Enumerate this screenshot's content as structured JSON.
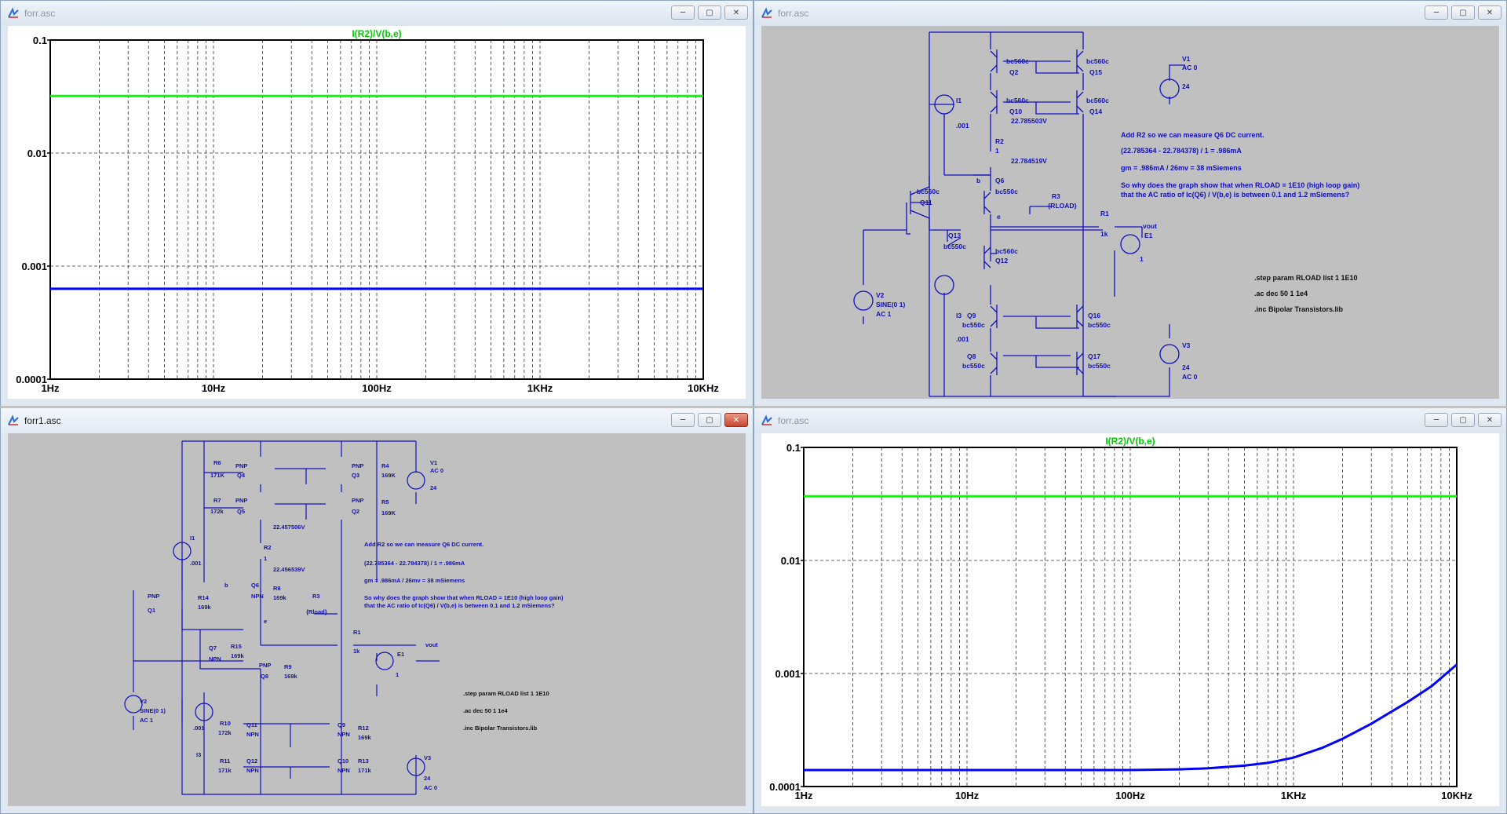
{
  "windows": {
    "top_left": {
      "title": "forr.asc"
    },
    "top_right": {
      "title": "forr.asc"
    },
    "bottom_left": {
      "title": "forr1.asc"
    },
    "bottom_right": {
      "title": "forr.asc"
    }
  },
  "caption_buttons": {
    "minimize": "─",
    "maximize": "▢",
    "close": "✕"
  },
  "plot_top": {
    "trace_label": "I(R2)/V(b,e)",
    "y_ticks": [
      "0.1",
      "0.01",
      "0.001",
      "0.0001"
    ],
    "x_ticks": [
      "1Hz",
      "10Hz",
      "100Hz",
      "1KHz",
      "10KHz"
    ]
  },
  "plot_bottom": {
    "trace_label": "I(R2)/V(b,e)",
    "y_ticks": [
      "0.1",
      "0.01",
      "0.001",
      "0.0001"
    ],
    "x_ticks": [
      "1Hz",
      "10Hz",
      "100Hz",
      "1KHz",
      "10KHz"
    ]
  },
  "chart_data": [
    {
      "type": "line",
      "title": "I(R2)/V(b,e)",
      "x_scale": "log",
      "y_scale": "log",
      "xlim": [
        1,
        10000
      ],
      "ylim": [
        0.0001,
        0.1
      ],
      "grid": true,
      "series": [
        {
          "color": "#00ff00",
          "x": [
            1,
            10000
          ],
          "y": [
            0.032,
            0.032
          ]
        },
        {
          "color": "#0000ff",
          "x": [
            1,
            10000
          ],
          "y": [
            0.00063,
            0.00063
          ]
        }
      ]
    },
    {
      "type": "line",
      "title": "I(R2)/V(b,e)",
      "x_scale": "log",
      "y_scale": "log",
      "xlim": [
        1,
        10000
      ],
      "ylim": [
        0.0001,
        0.1
      ],
      "grid": true,
      "series": [
        {
          "color": "#00ff00",
          "x": [
            1,
            10000
          ],
          "y": [
            0.037,
            0.037
          ]
        },
        {
          "color": "#0000ff",
          "x": [
            1,
            10,
            100,
            200,
            300,
            500,
            700,
            1000,
            1500,
            2000,
            3000,
            5000,
            7000,
            10000
          ],
          "y": [
            0.00014,
            0.00014,
            0.00014,
            0.000142,
            0.000145,
            0.000153,
            0.000162,
            0.00018,
            0.00022,
            0.000265,
            0.00036,
            0.00056,
            0.00077,
            0.0012
          ]
        }
      ]
    }
  ],
  "schem_top": {
    "labels": {
      "q2": "bc560c",
      "q2n": "Q2",
      "q15": "bc560c",
      "q15n": "Q15",
      "q10": "bc560c",
      "q10n": "Q10",
      "q14": "bc560c",
      "q14n": "Q14",
      "v1": "V1",
      "v1ac": "AC 0",
      "v1v": "24",
      "i1": "I1",
      "i1v": ".001",
      "n1": "22.785503V",
      "r2": "R2",
      "r2v": "1",
      "n2": "22.784519V",
      "b": "b",
      "q6n": "Q6",
      "q6": "bc550c",
      "r3": "R3",
      "r3v": "{RLOAD}",
      "q11": "bc560c",
      "q11n": "Q11",
      "e": "e",
      "r1": "R1",
      "r1v": "1k",
      "vout": "vout",
      "e1": "E1",
      "e1v": "1",
      "q13n": "Q13",
      "q13": "bc550c",
      "q12": "bc560c",
      "q12n": "Q12",
      "v2": "V2",
      "v2s": "SINE(0 1)",
      "v2ac": "AC 1",
      "i3": "I3",
      "i3v": ".001",
      "q9n": "Q9",
      "q9": "bc550c",
      "q16n": "Q16",
      "q16": "bc550c",
      "q8n": "Q8",
      "q8": "bc550c",
      "q17n": "Q17",
      "q17": "bc550c",
      "v3": "V3",
      "v3v": "24",
      "v3ac": "AC 0"
    },
    "notes": [
      "Add R2 so we can measure Q6 DC current.",
      "(22.785364 - 22.784378) / 1 = .986mA",
      "gm = .986mA / 26mv = 38 mSiemens",
      "So why does the graph show that when RLOAD = 1E10 (high loop gain)",
      "that the AC ratio of Ic(Q6) / V(b,e) is between 0.1 and 1.2 mSiemens?"
    ],
    "directives": [
      ".step param RLOAD list 1 1E10",
      ".ac dec 50 1 1e4",
      ".inc Bipolar Transistors.lib"
    ]
  },
  "schem_bottom": {
    "labels": {
      "r6": "R6",
      "r6v": "171K",
      "pnp4": "PNP",
      "q4": "Q4",
      "pnp3": "PNP",
      "q3": "Q3",
      "r4": "R4",
      "r4v": "169K",
      "v1": "V1",
      "v1ac": "AC 0",
      "v1v": "24",
      "r7": "R7",
      "r7v": "172k",
      "pnp5": "PNP",
      "q5": "Q5",
      "pnp2": "PNP",
      "q2": "Q2",
      "r5": "R5",
      "r5v": "169K",
      "i1": "I1",
      "i1v": ".001",
      "n1": "22.457506V",
      "r2": "R2",
      "r2v": "1",
      "n2": "22.456539V",
      "pnp1": "PNP",
      "q1": "Q1",
      "r14": "R14",
      "r14v": "169k",
      "b": "b",
      "q6": "Q6",
      "npn6": "NPN",
      "r8": "R8",
      "r8v": "169k",
      "r3": "R3",
      "r3v": "{Rload}",
      "e": "e",
      "r1": "R1",
      "r1v": "1k",
      "vout": "vout",
      "q7": "Q7",
      "npn7": "NPN",
      "r15": "R15",
      "r15v": "169k",
      "e1": "E1",
      "e1v": "1",
      "pnp8": "PNP",
      "q8": "Q8",
      "r9": "R9",
      "r9v": "169k",
      "v2": "V2",
      "v2s": "SINE(0 1)",
      "v2ac": "AC 1",
      "r10": "R10",
      "r10v": "172k",
      "q11": "Q11",
      "npn11": "NPN",
      "q9": "Q9",
      "npn9": "NPN",
      "r12": "R12",
      "r12v": "169k",
      "i3v": ".001",
      "i3": "I3",
      "r11": "R11",
      "r11v": "171k",
      "q12": "Q12",
      "npn12": "NPN",
      "q10": "Q10",
      "npn10": "NPN",
      "r13": "R13",
      "r13v": "171k",
      "v3": "V3",
      "v3v": "24",
      "v3ac": "AC 0"
    },
    "notes": [
      "Add R2 so we can measure Q6 DC current.",
      "(22.785364 - 22.784378) / 1 = .986mA",
      "gm = .986mA / 26mv = 38 mSiemens",
      "So why does the graph show that when RLOAD = 1E10 (high loop gain)",
      "that the AC ratio of Ic(Q6) / V(b,e) is between 0.1 and 1.2 mSiemens?"
    ],
    "directives": [
      ".step param RLOAD list 1 1E10",
      ".ac dec 50 1 1e4",
      ".inc Bipolar Transistors.lib"
    ]
  }
}
